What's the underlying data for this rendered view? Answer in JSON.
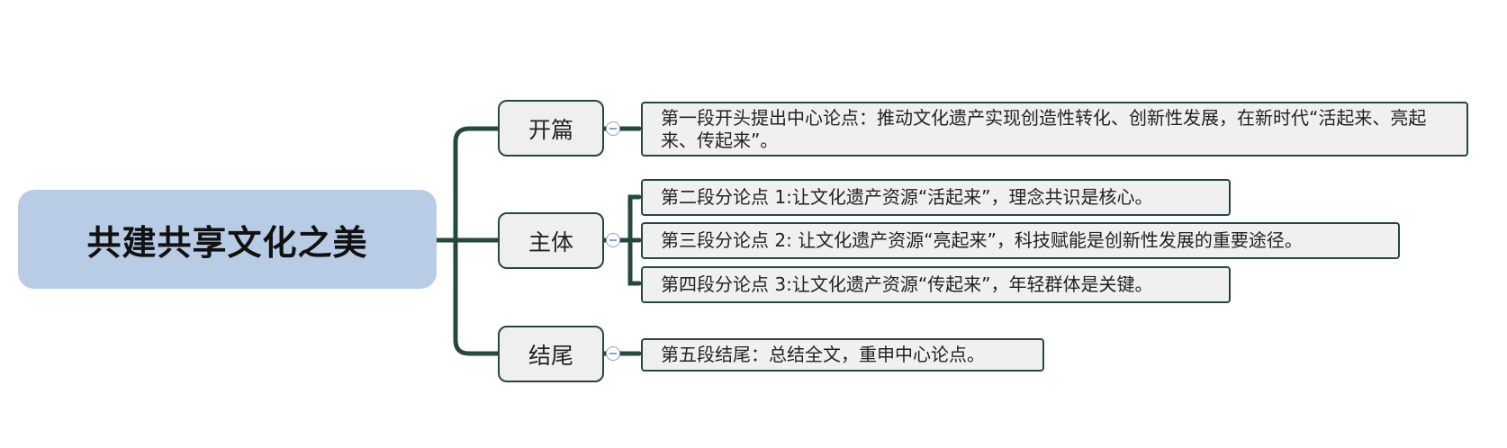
{
  "root": {
    "label": "共建共享文化之美"
  },
  "branches": [
    {
      "label": "开篇",
      "leaves": [
        "第一段开头提出中心论点：推动文化遗产实现创造性转化、创新性发展，在新时代“活起来、亮起来、传起来”。"
      ]
    },
    {
      "label": "主体",
      "leaves": [
        "第二段分论点 1:让文化遗产资源“活起来”，理念共识是核心。",
        "第三段分论点 2: 让文化遗产资源“亮起来”，科技赋能是创新性发展的重要途径。",
        "第四段分论点 3:让文化遗产资源“传起来”，年轻群体是关键。"
      ]
    },
    {
      "label": "结尾",
      "leaves": [
        "第五段结尾：总结全文，重申中心论点。"
      ]
    }
  ],
  "colors": {
    "root_fill": "#b8cce6",
    "connector": "#25483f",
    "node_fill": "#efefef",
    "collapse_icon": "#8a9fd6"
  }
}
